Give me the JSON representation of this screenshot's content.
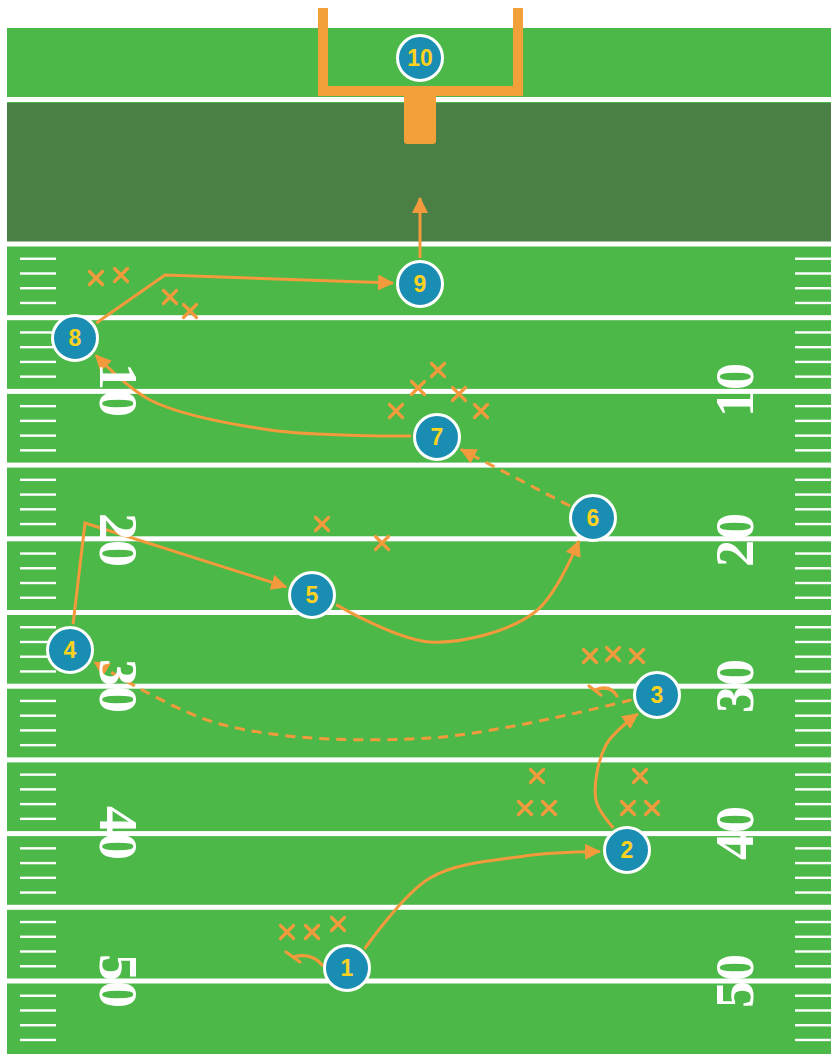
{
  "diagram": {
    "nodes": [
      {
        "text": [
          "1"
        ]
      },
      {
        "text": [
          "2"
        ]
      },
      {
        "text": [
          "3"
        ]
      },
      {
        "text": [
          "4"
        ]
      },
      {
        "text": [
          "5"
        ]
      },
      {
        "text": [
          "6"
        ]
      },
      {
        "text": [
          "7"
        ]
      },
      {
        "text": [
          "8"
        ]
      },
      {
        "text": [
          "9"
        ]
      },
      {
        "text": [
          "10"
        ]
      }
    ],
    "edges": [
      {
        "from": 0,
        "to": 1,
        "arrow": "to"
      },
      {
        "from": 1,
        "to": 2,
        "arrow": "to"
      },
      {
        "from": 2,
        "to": 3,
        "arrow": "to"
      },
      {
        "from": 3,
        "to": 4,
        "arrow": "to"
      },
      {
        "from": 4,
        "to": 5,
        "arrow": "to"
      },
      {
        "from": 5,
        "to": 6,
        "arrow": "to"
      },
      {
        "from": 6,
        "to": 7,
        "arrow": "to"
      },
      {
        "from": 7,
        "to": 8,
        "arrow": "to"
      },
      {
        "from": 8,
        "to": 9,
        "arrow": "to"
      }
    ],
    "labels": [
      "10",
      "20",
      "30",
      "40",
      "50",
      "10",
      "20",
      "30",
      "40",
      "50"
    ]
  }
}
